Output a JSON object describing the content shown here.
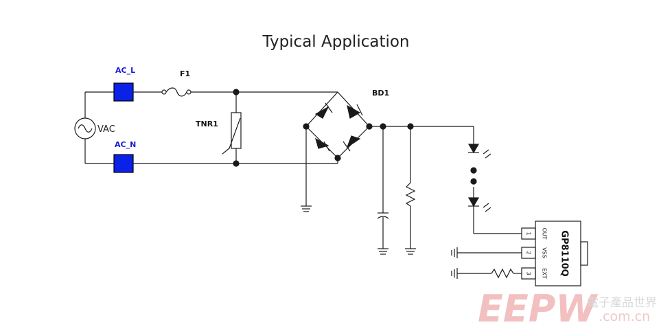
{
  "title": "Typical Application",
  "labels": {
    "ac_l": "AC_L",
    "ac_n": "AC_N",
    "fuse": "F1",
    "tnr": "TNR1",
    "bridge": "BD1",
    "vac": "VAC",
    "ic": "GP8110Q"
  },
  "pins": [
    {
      "num": "1",
      "name": "OUT"
    },
    {
      "num": "2",
      "name": "VSS"
    },
    {
      "num": "3",
      "name": "EXT"
    }
  ],
  "watermark": {
    "logo": "EEPW",
    "cn": "電子產品世界",
    "url": ".com.cn"
  },
  "colors": {
    "connector": "#0a22e8",
    "wire": "#1a1a1a",
    "watermark": "#e88a8a"
  }
}
